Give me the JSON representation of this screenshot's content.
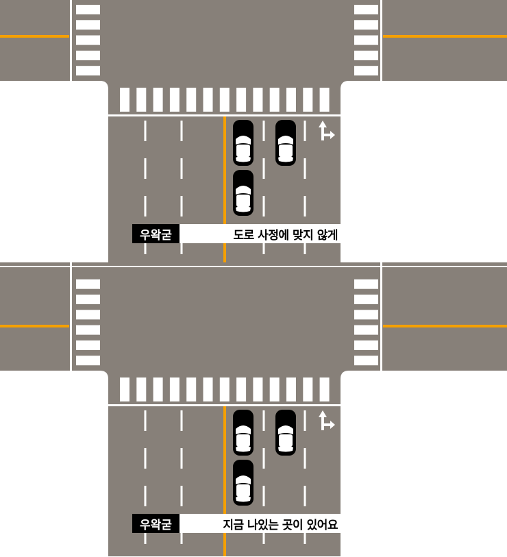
{
  "colors": {
    "road": "#878079",
    "center_line": "#f5a000",
    "marking": "#ffffff",
    "car": "#000000"
  },
  "panels": [
    {
      "tag": "우왁굳",
      "caption": "도로 사정에 맞지 않게"
    },
    {
      "tag": "우왁굳",
      "caption": "지금 나있는 곳이 있어요"
    }
  ],
  "icons": {
    "lane_arrow": "straight-right-arrow-icon",
    "car": "car-icon"
  }
}
